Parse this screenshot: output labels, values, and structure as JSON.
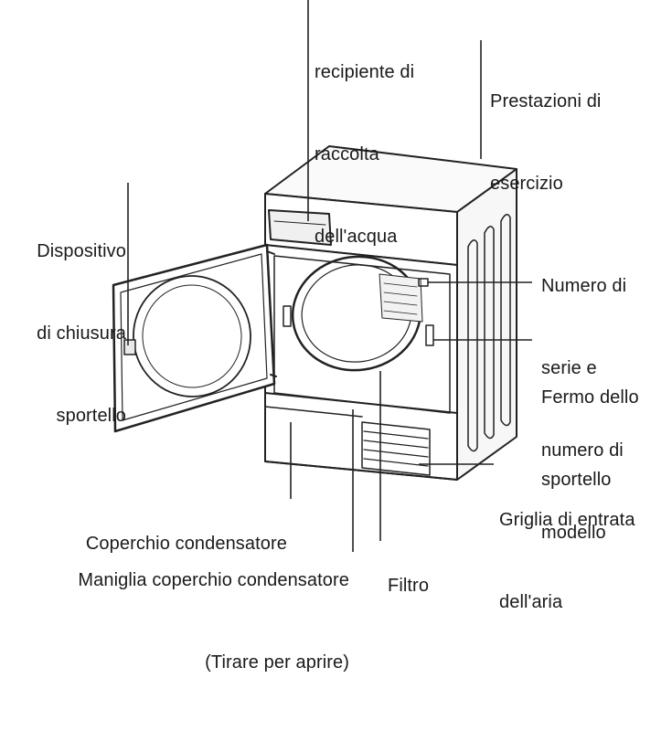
{
  "labels": {
    "water_container": [
      "recipiente di",
      "raccolta",
      "dell'acqua"
    ],
    "performance": [
      "Prestazioni di",
      "esercizio"
    ],
    "door_lock": [
      "Dispositivo",
      "di chiusura",
      "sportello"
    ],
    "serial": [
      "Numero di",
      "serie e",
      "numero di",
      "modello"
    ],
    "door_catch": [
      "Fermo dello",
      "sportello"
    ],
    "air_grille": [
      "Griglia di entrata",
      "dell'aria"
    ],
    "condenser_cover": "Coperchio condensatore",
    "condenser_handle": [
      "Maniglia coperchio condensatore",
      "(Tirare per aprire)"
    ],
    "filter": "Filtro"
  },
  "colors": {
    "ink": "#1a1a1a",
    "line": "#222222",
    "shade": "#e9e9e9"
  }
}
